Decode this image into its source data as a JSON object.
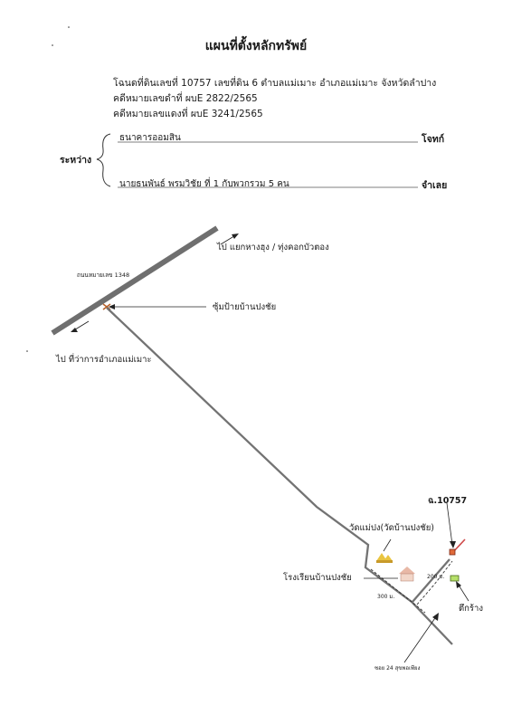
{
  "title": "แผนที่ตั้งหลักทรัพย์",
  "header": {
    "deed_line": "โฉนดที่ดินเลขที่  10757  เลขที่ดิน  6  ตำบลแม่เมาะ  อำเภอแม่เมาะ  จังหวัดลำปาง",
    "black_case": "คดีหมายเลขดำที่     ผบE  2822/2565",
    "red_case": "คดีหมายเลขแดงที่   ผบE  3241/2565"
  },
  "parties": {
    "between_label": "ระหว่าง",
    "plaintiff_name": "ธนาคารออมสิน",
    "plaintiff_role": "โจทก์",
    "defendant_name": "นายธนพันธ์  พรมวิชัย  ที่  1  กับพวกรวม  5  คน",
    "defendant_role": "จำเลย"
  },
  "map": {
    "to_junction": "ไป แยกหางฮุง / ทุ่งคอกบัวตอง",
    "highway_label": "ถนนหมายเลข 1348",
    "bus_stop": "ซุ้มป้ายบ้านปงชัย",
    "to_district": "ไป ที่ว่าการอำเภอแม่เมาะ",
    "deed_marker": "ฉ.10757",
    "temple": "วัดแม่ปง(วัดบ้านปงชัย)",
    "school": "โรงเรียนบ้านปงชัย",
    "dist_200": "200 ม.",
    "dist_300": "300 ม.",
    "building": "ตึกร้าง",
    "soi": "ซอย 24 สุขพอเพียง"
  }
}
